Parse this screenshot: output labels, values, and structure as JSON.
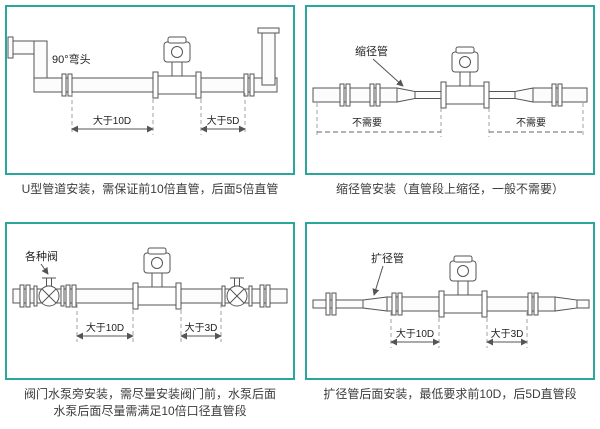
{
  "accent_color": "#2aa79b",
  "line_color": "#555555",
  "panels": [
    {
      "id": "u-pipe",
      "part_label": "90°弯头",
      "dim_left": "大于10D",
      "dim_right": "大于5D",
      "caption_lines": [
        "U型管道安装，需保证前10倍直管，后面5倍直管"
      ]
    },
    {
      "id": "reducer",
      "part_label": "缩径管",
      "dim_left": "不需要",
      "dim_right": "不需要",
      "caption_lines": [
        "缩径管安装（直管段上缩径，一般不需要）"
      ]
    },
    {
      "id": "valves",
      "part_label": "各种阀",
      "dim_left": "大于10D",
      "dim_right": "大于3D",
      "caption_lines": [
        "阀门水泵旁安装，需尽量安装阀门前，水泵后面",
        "水泵后面尽量需满足10倍口径直管段"
      ]
    },
    {
      "id": "expander",
      "part_label": "扩径管",
      "dim_left": "大于10D",
      "dim_right": "大于3D",
      "caption_lines": [
        "扩径管后面安装，最低要求前10D，后5D直管段"
      ]
    }
  ]
}
